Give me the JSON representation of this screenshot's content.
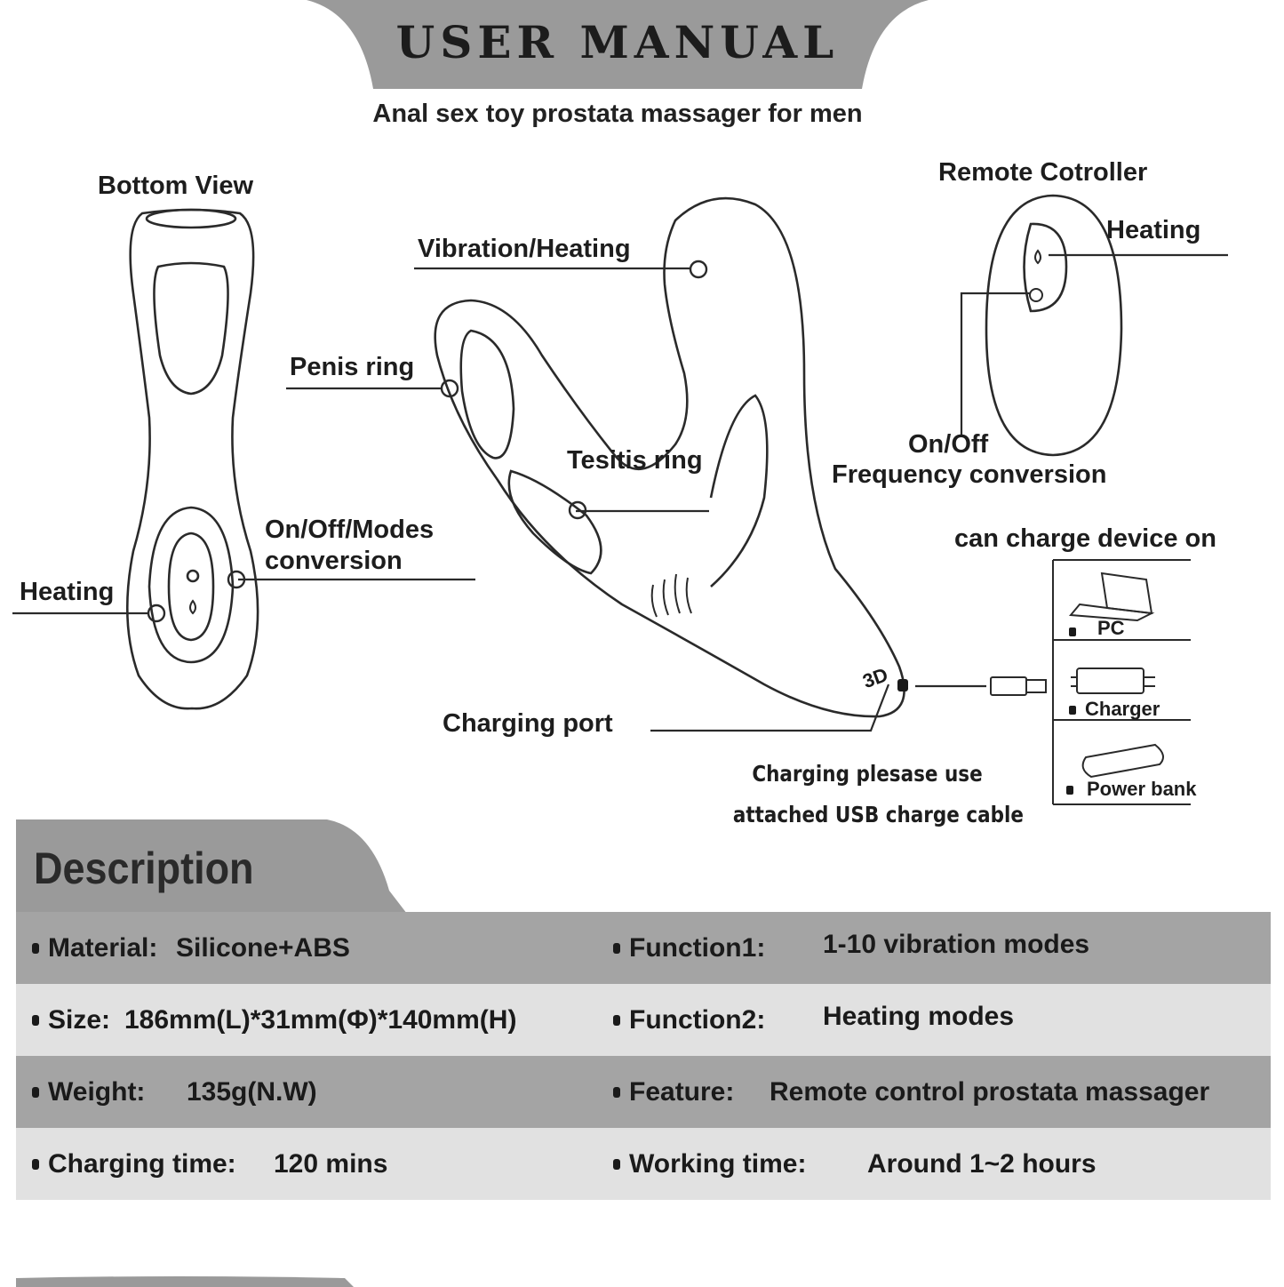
{
  "header": {
    "title": "USER MANUAL",
    "subtitle": "Anal sex toy prostata massager for men"
  },
  "bottom_view": {
    "title": "Bottom View",
    "heating": "Heating",
    "onoff_line1": "On/Off/Modes",
    "onoff_line2": "conversion"
  },
  "device": {
    "vibration_heating": "Vibration/Heating",
    "penis_ring": "Penis ring",
    "tesitis_ring": "Tesitis ring",
    "charging_port": "Charging port",
    "logo_mark": "3D"
  },
  "remote": {
    "title": "Remote Cotroller",
    "heating": "Heating",
    "onoff": "On/Off",
    "frequency": "Frequency conversion"
  },
  "charging": {
    "title": "can charge device on",
    "devices": [
      "PC",
      "Charger",
      "Power bank"
    ],
    "note_line1": "Charging plesase use",
    "note_line2": "attached USB charge cable"
  },
  "description": {
    "title": "Description",
    "rows": [
      {
        "left_label": "Material:",
        "left_value": "Silicone+ABS",
        "right_label": "Function1:",
        "right_value": "1-10 vibration modes"
      },
      {
        "left_label": "Size:",
        "left_value": "186mm(L)*31mm(Φ)*140mm(H)",
        "right_label": "Function2:",
        "right_value": "Heating modes"
      },
      {
        "left_label": "Weight:",
        "left_value": "135g(N.W)",
        "right_label": "Feature:",
        "right_value": "Remote control prostata massager"
      },
      {
        "left_label": "Charging time:",
        "left_value": "120 mins",
        "right_label": "Working time:",
        "right_value": "Around 1~2 hours"
      }
    ]
  },
  "colors": {
    "banner": "#9a9a9a",
    "row_dark": "#a4a4a4",
    "row_light": "#e1e1e1",
    "ink": "#1a1a1a"
  }
}
